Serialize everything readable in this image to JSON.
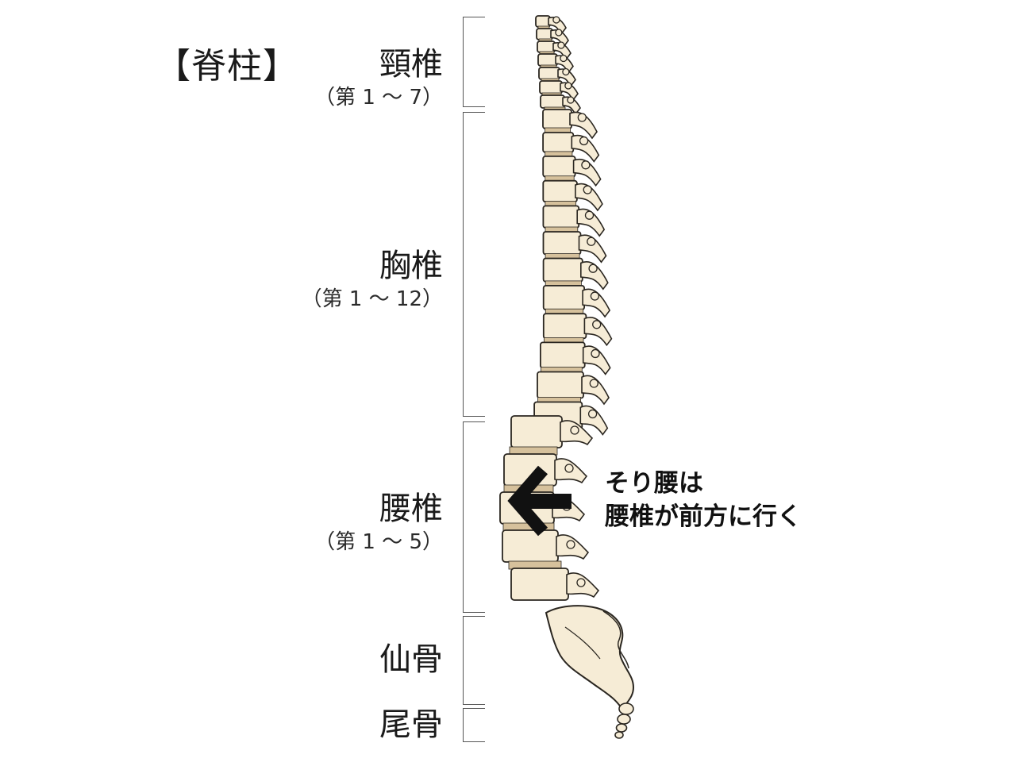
{
  "title": "【脊柱】",
  "sections": [
    {
      "name": "頸椎",
      "range": "（第 1 〜 7）"
    },
    {
      "name": "胸椎",
      "range": "（第 1 〜 12）"
    },
    {
      "name": "腰椎",
      "range": "（第 1 〜 5）"
    },
    {
      "name": "仙骨",
      "range": ""
    },
    {
      "name": "尾骨",
      "range": ""
    }
  ],
  "annotation": {
    "line1": "そり腰は",
    "line2": "腰椎が前方に行く"
  },
  "colors": {
    "bone": "#f6ecd6",
    "disc": "#d6c19c",
    "outline": "#2a2620",
    "arrow": "#111111",
    "bracket": "#555555"
  },
  "icons": {
    "arrow": "arrow-left-icon"
  }
}
